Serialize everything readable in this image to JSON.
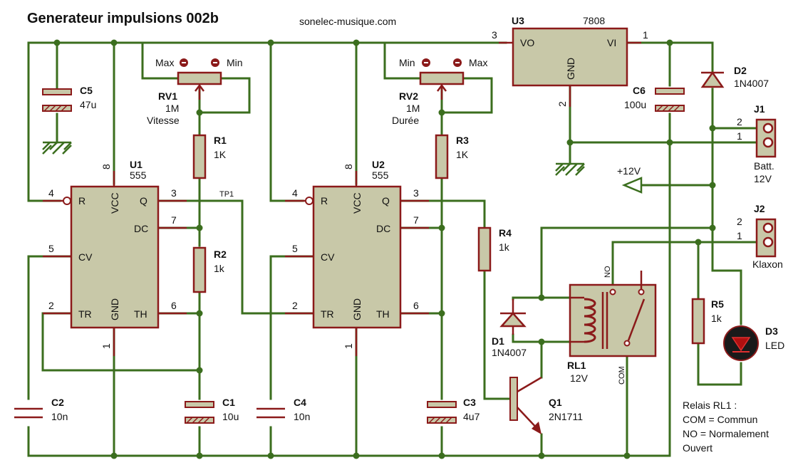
{
  "title": "Generateur impulsions 002b",
  "website": "sonelec-musique.com",
  "chips": {
    "u1": {
      "ref": "U1",
      "value": "555",
      "pins": {
        "r": "R",
        "vcc": "VCC",
        "q": "Q",
        "dc": "DC",
        "cv": "CV",
        "tr": "TR",
        "gnd": "GND",
        "th": "TH"
      },
      "pin_numbers": {
        "p4": "4",
        "p8": "8",
        "p3": "3",
        "p7": "7",
        "p5": "5",
        "p2": "2",
        "p1": "1",
        "p6": "6"
      }
    },
    "u2": {
      "ref": "U2",
      "value": "555",
      "pins": {
        "r": "R",
        "vcc": "VCC",
        "q": "Q",
        "dc": "DC",
        "cv": "CV",
        "tr": "TR",
        "gnd": "GND",
        "th": "TH"
      },
      "pin_numbers": {
        "p4": "4",
        "p8": "8",
        "p3": "3",
        "p7": "7",
        "p5": "5",
        "p2": "2",
        "p1": "1",
        "p6": "6"
      }
    },
    "u3": {
      "ref": "U3",
      "value": "7808",
      "pins": {
        "vo": "VO",
        "vi": "VI",
        "gnd": "GND"
      },
      "pin_numbers": {
        "p3": "3",
        "p1": "1",
        "p2": "2"
      }
    }
  },
  "components": {
    "c5": {
      "ref": "C5",
      "value": "47u"
    },
    "rv1": {
      "ref": "RV1",
      "value": "1M",
      "label": "Vitesse",
      "max": "Max",
      "min": "Min"
    },
    "rv2": {
      "ref": "RV2",
      "value": "1M",
      "label": "Durée",
      "max": "Max",
      "min": "Min"
    },
    "r1": {
      "ref": "R1",
      "value": "1K"
    },
    "r2": {
      "ref": "R2",
      "value": "1k"
    },
    "r3": {
      "ref": "R3",
      "value": "1K"
    },
    "r4": {
      "ref": "R4",
      "value": "1k"
    },
    "r5": {
      "ref": "R5",
      "value": "1k"
    },
    "c1": {
      "ref": "C1",
      "value": "10u"
    },
    "c2": {
      "ref": "C2",
      "value": "10n"
    },
    "c3": {
      "ref": "C3",
      "value": "4u7"
    },
    "c4": {
      "ref": "C4",
      "value": "10n"
    },
    "c6": {
      "ref": "C6",
      "value": "100u"
    },
    "d1": {
      "ref": "D1",
      "value": "1N4007"
    },
    "d2": {
      "ref": "D2",
      "value": "1N4007"
    },
    "d3": {
      "ref": "D3",
      "value": "LED"
    },
    "q1": {
      "ref": "Q1",
      "value": "2N1711"
    },
    "rl1": {
      "ref": "RL1",
      "value": "12V",
      "no": "NO",
      "com": "COM"
    },
    "j1": {
      "ref": "J1",
      "label1": "Batt.",
      "label2": "12V",
      "pin2": "2",
      "pin1": "1"
    },
    "j2": {
      "ref": "J2",
      "label1": "Klaxon",
      "pin2": "2",
      "pin1": "1"
    }
  },
  "tp1": "TP1",
  "supply": "+12V",
  "notes": [
    "Relais RL1 :",
    "COM = Commun",
    "NO = Normalement",
    "Ouvert"
  ],
  "colors": {
    "wire": "#3b6e1e",
    "component": "#8b1a1a",
    "body": "#c8c8a8"
  }
}
